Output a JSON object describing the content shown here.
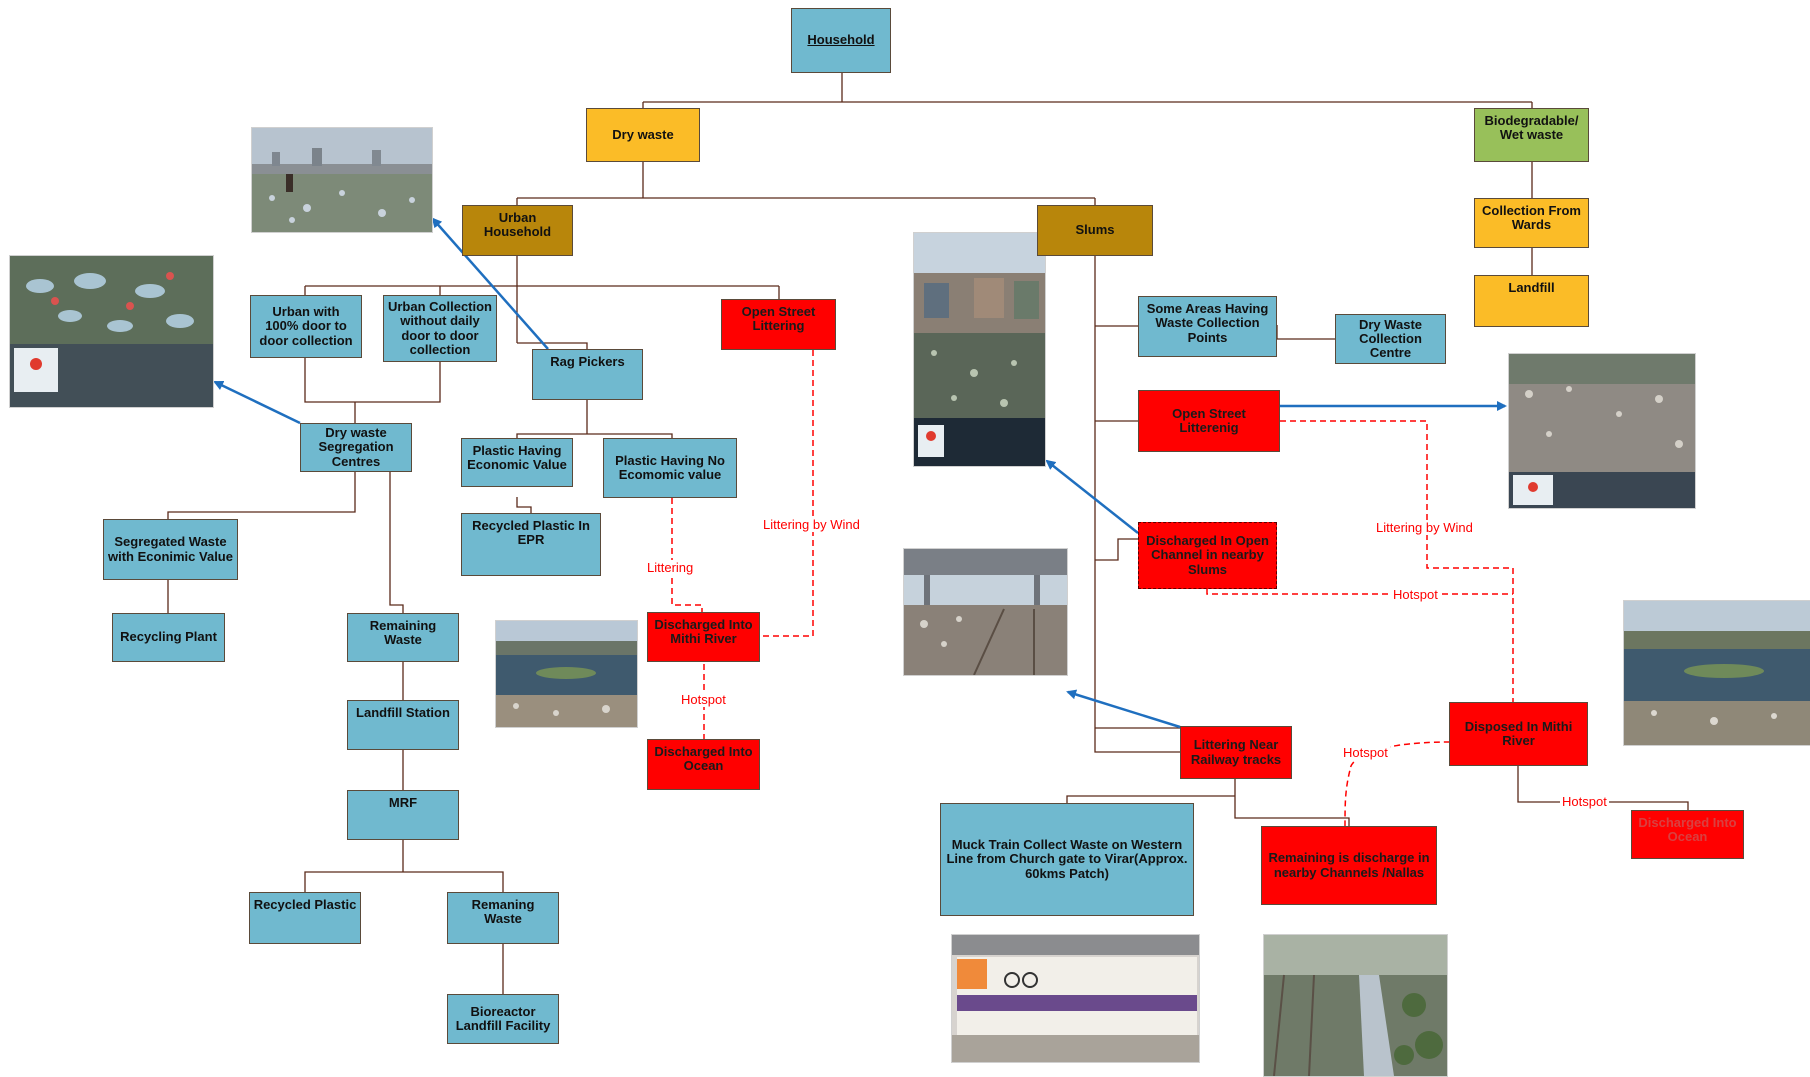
{
  "boxes": {
    "household": "Household",
    "dry_waste": "Dry waste",
    "wet_waste": "Biodegradable/ Wet waste",
    "collection_wards": "Collection From Wards",
    "landfill": "Landfill",
    "urban_household": "Urban Household",
    "slums": "Slums",
    "urban_100": "Urban with 100% door to door collection",
    "urban_no_daily": "Urban Collection without daily door to door collection",
    "rag_pickers": "Rag Pickers",
    "open_street_littering": "Open Street Littering",
    "dry_seg_centres": "Dry waste Segregation Centres",
    "plastic_econ": "Plastic Having Economic Value",
    "plastic_no_econ": "Plastic Having No Ecomomic value",
    "recycled_epr": "Recycled Plastic  In EPR",
    "segregated_waste": "Segregated  Waste with Econimic Value",
    "recycling_plant": "Recycling Plant",
    "remaining_waste": "Remaining Waste",
    "landfill_station": "Landfill Station",
    "mrf": "MRF",
    "recycled_plastic": "Recycled Plastic",
    "remaning_waste": "Remaning Waste",
    "bioreactor": "Bioreactor Landfill Facility",
    "discharged_mithi": "Discharged Into Mithi River",
    "discharged_ocean_left": "Discharged Into Ocean",
    "some_areas": "Some Areas Having Waste Collection Points",
    "dry_waste_centre": "Dry Waste Collection Centre",
    "open_street_litterenig": "Open Street Litterenig",
    "discharged_open_channel": "Discharged  In Open Channel in nearby Slums",
    "littering_railway": "Littering Near Railway tracks",
    "muck_train": "Muck Train Collect Waste on Western Line from Church gate to Virar(Approx. 60kms Patch)",
    "remaining_discharge": "Remaining is discharge in nearby Channels /Nallas",
    "disposed_mithi": "Disposed In Mithi River",
    "discharged_ocean_right": "Discharged Into Ocean"
  },
  "labels": {
    "littering_by_wind_left": "Littering by Wind",
    "littering": "Littering",
    "hotspot_left": "Hotspot",
    "littering_by_wind_right": "Littering by Wind",
    "hotspot_channel": "Hotspot",
    "hotspot_railway": "Hotspot",
    "hotspot_ocean": "Hotspot"
  },
  "colors": {
    "blue_box": "#70b9cf",
    "yellow_box": "#fbbc27",
    "gold_box": "#b8860b",
    "green_box": "#98c05a",
    "red_box": "#ff0000",
    "connector": "#5a2a1a",
    "arrow": "#1f6fbf",
    "dashed_link": "#ff0000"
  },
  "photos": [
    {
      "name": "photo-beach-plastic",
      "depicts": "person on a plastic-strewn shore with city skyline"
    },
    {
      "name": "photo-plastic-bottles-pile",
      "depicts": "pile of plastic bottles with geotag overlay"
    },
    {
      "name": "photo-slum-drain",
      "depicts": "open drain channel through slum"
    },
    {
      "name": "photo-open-ground-litter",
      "depicts": "littered open ground with geotag overlay"
    },
    {
      "name": "photo-river-left",
      "depicts": "river bank with floating waste"
    },
    {
      "name": "photo-railway-tracks",
      "depicts": "railway tracks with garbage beside them"
    },
    {
      "name": "photo-river-right",
      "depicts": "river with plastic waste along the bank"
    },
    {
      "name": "photo-muck-train",
      "depicts": "local train coach at platform"
    },
    {
      "name": "photo-nallah-tracks",
      "depicts": "drain channel beside railway tracks"
    }
  ]
}
